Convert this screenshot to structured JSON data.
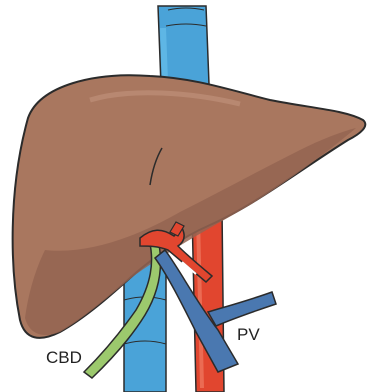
{
  "labels": {
    "cbd": "CBD",
    "pv": "PV"
  },
  "colors": {
    "liver": "#a9775f",
    "liver_shade": "#946451",
    "ivc": "#4aa3d8",
    "aorta": "#e1462f",
    "portal_vein": "#4a78b0",
    "bile_duct": "#9cc96d",
    "outline": "#2b2b2b"
  },
  "icons": {
    "main": "liver-anatomy-illustration"
  }
}
